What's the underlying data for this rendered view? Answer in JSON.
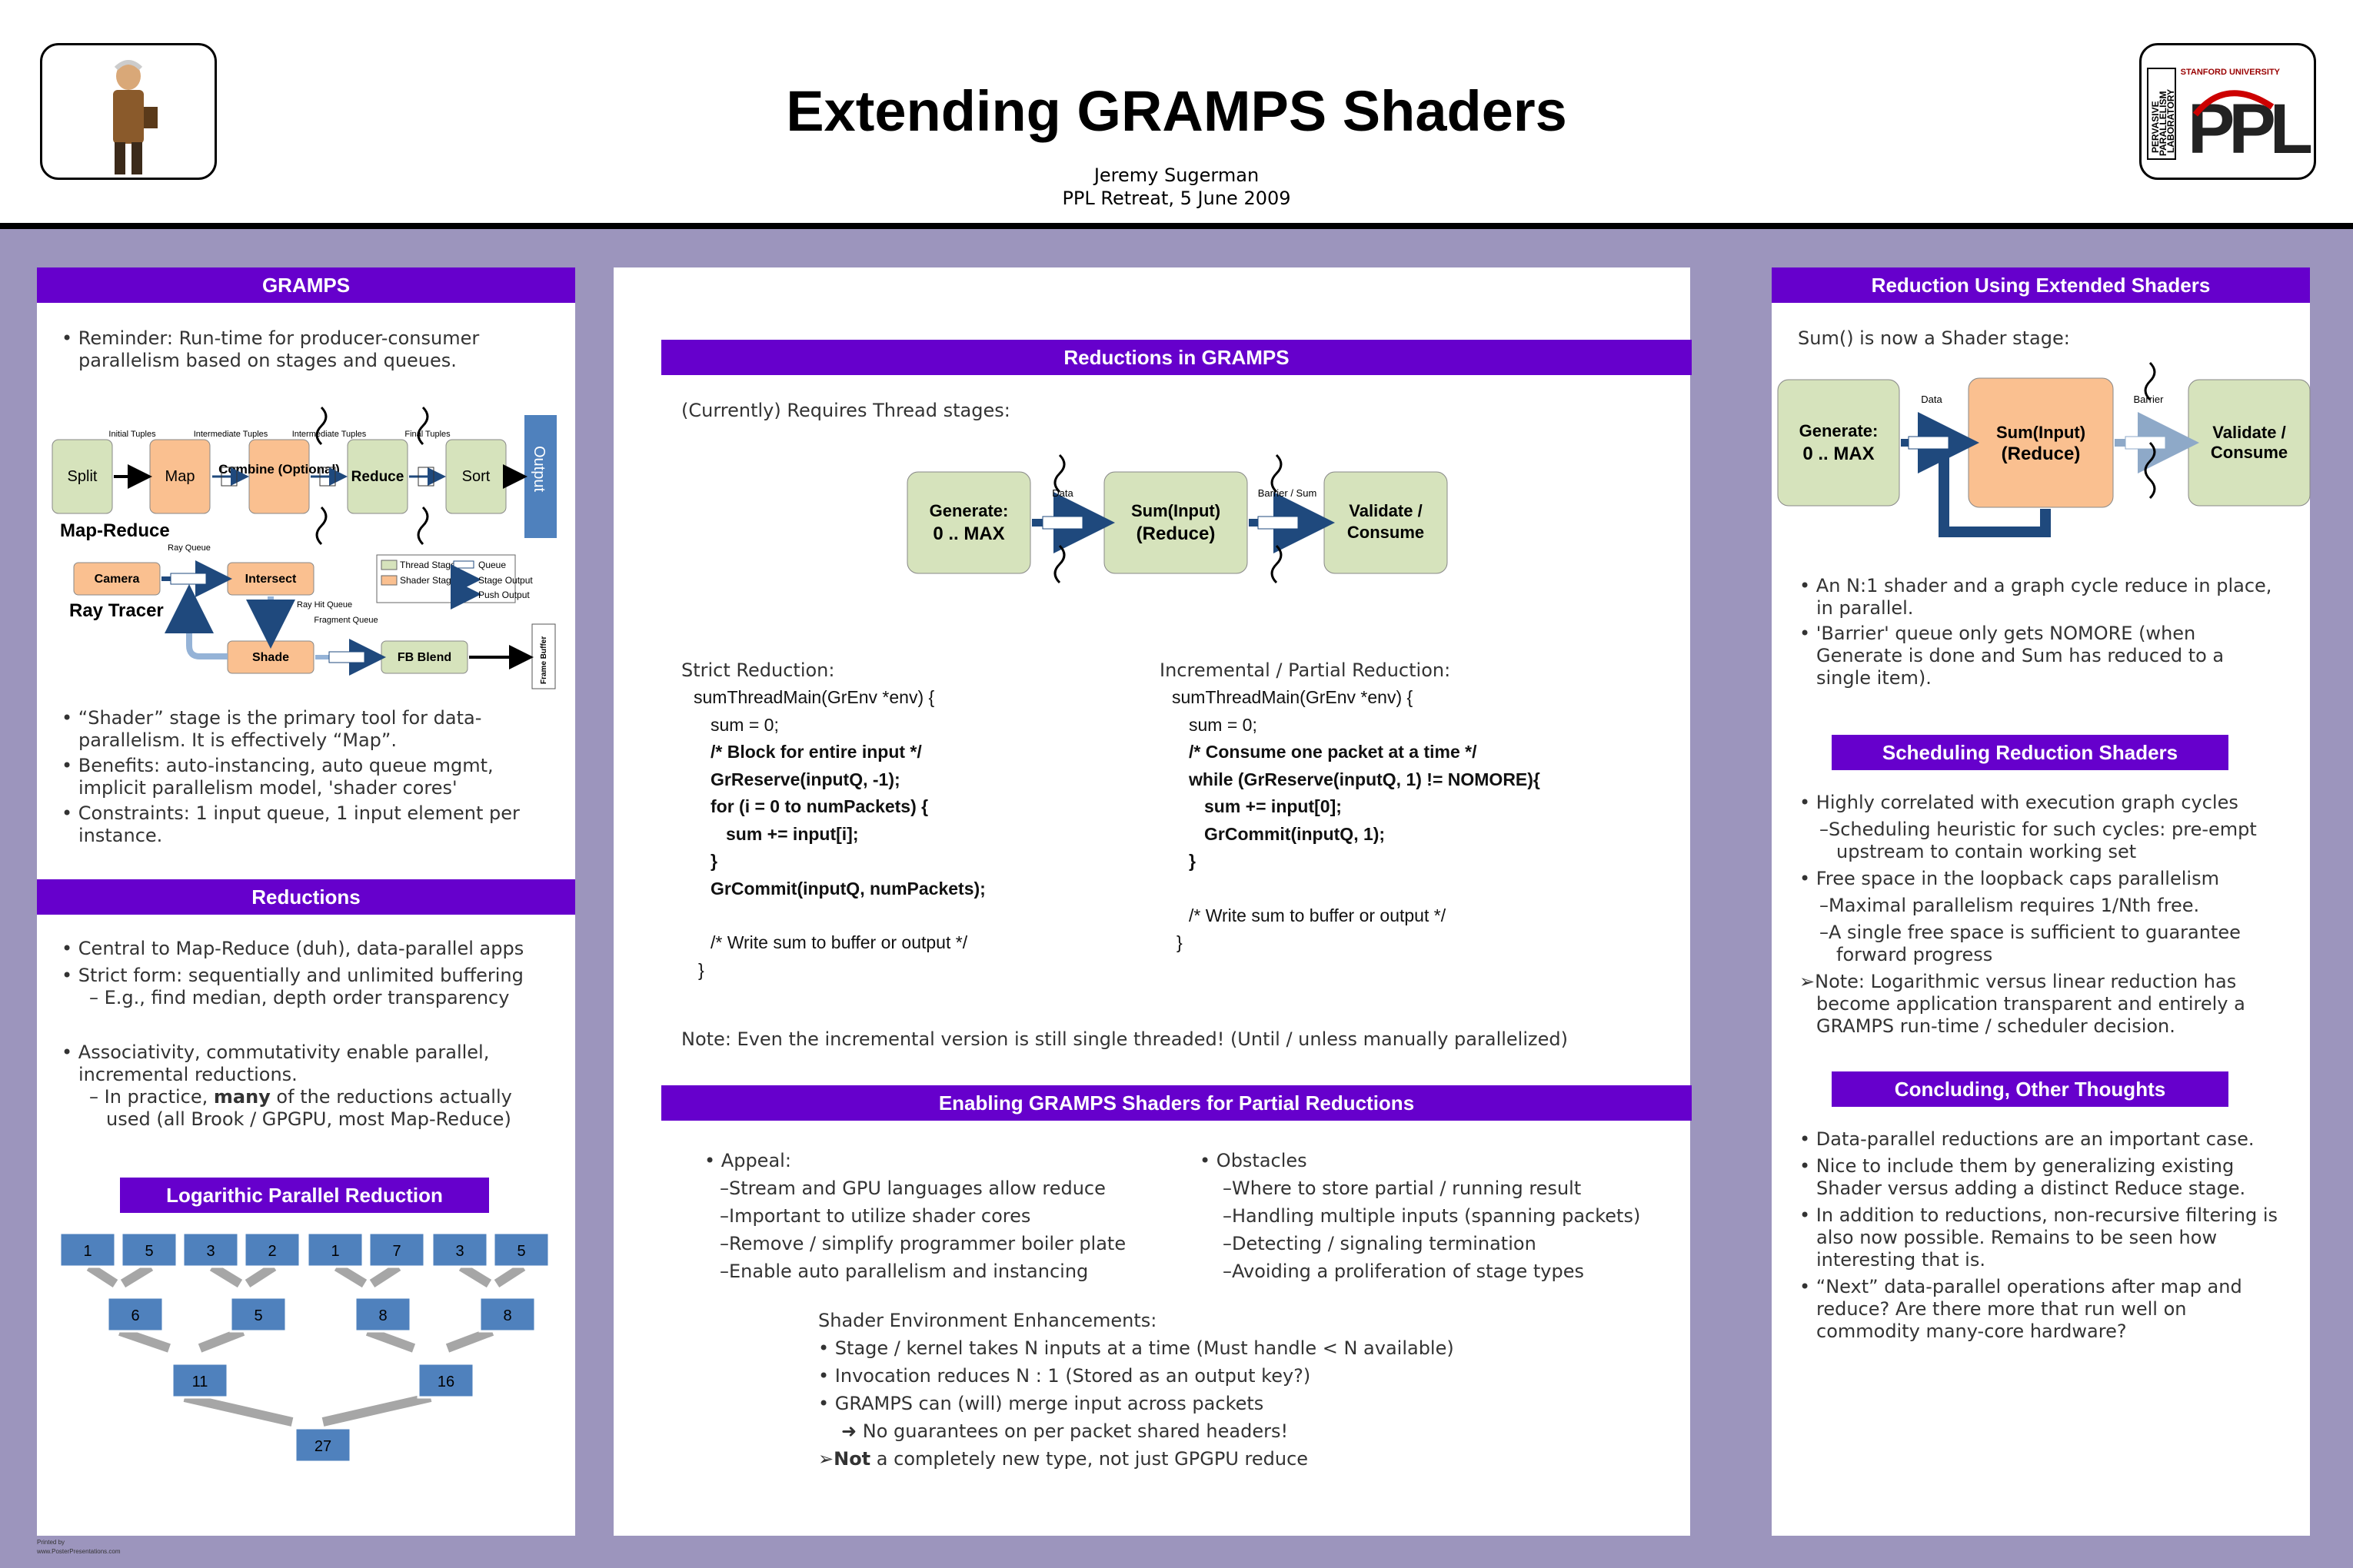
{
  "header": {
    "title": "Extending GRAMPS Shaders",
    "author": "Jeremy Sugerman",
    "event": "PPL Retreat, 5 June 2009"
  },
  "logo_right": {
    "lines": [
      "PERVASIVE",
      "PARALLELISM",
      "LABORATORY"
    ],
    "university": "STANFORD UNIVERSITY",
    "mark": "PPL"
  },
  "left": {
    "gramps": {
      "heading": "GRAMPS",
      "intro": "Reminder: Run-time for producer-consumer parallelism based on stages and queues.",
      "bullets": [
        "“Shader” stage is the primary tool for data-parallelism.  It is effectively “Map”.",
        "Benefits: auto-instancing, auto queue mgmt, implicit parallelism model, 'shader cores'",
        "Constraints: 1 input queue, 1 input element per instance."
      ]
    },
    "mapreduce": {
      "label": "Map-Reduce",
      "stages": [
        "Split",
        "Map",
        "Combine (Optional)",
        "Reduce",
        "Sort"
      ],
      "output": "Output",
      "queues": [
        "Initial Tuples",
        "Intermediate Tuples",
        "Intermediate Tuples",
        "Final Tuples"
      ]
    },
    "raytracer": {
      "label": "Ray Tracer",
      "camera": "Camera",
      "intersect": "Intersect",
      "shade": "Shade",
      "fbblend": "FB Blend",
      "framebuffer": "Frame Buffer",
      "ray_queue": "Ray Queue",
      "ray_hit_queue": "Ray Hit Queue",
      "fragment_queue": "Fragment Queue"
    },
    "legend": {
      "thread": "Thread Stage",
      "shader": "Shader Stage",
      "queue": "Queue",
      "stage_output": "Stage Output",
      "push_output": "Push Output"
    },
    "reductions": {
      "heading": "Reductions",
      "b1": "Central to Map-Reduce (duh), data-parallel apps",
      "b2": "Strict form: sequentially and unlimited buffering",
      "b2sub": "E.g., find median, depth order transparency",
      "b3": "Associativity, commutativity enable parallel, incremental reductions.",
      "b3sub_pre": "In practice, ",
      "b3sub_bold": "many",
      "b3sub_post": " of the reductions actually used (all Brook / GPGPU, most Map-Reduce)"
    },
    "logtree": {
      "heading": "Logarithic Parallel Reduction",
      "level0": [
        "1",
        "5",
        "3",
        "2",
        "1",
        "7",
        "3",
        "5"
      ],
      "level1": [
        "6",
        "5",
        "8",
        "8"
      ],
      "level2": [
        "11",
        "16"
      ],
      "level3": [
        "27"
      ]
    },
    "footer": {
      "tiny1": "Printed by",
      "tiny2": "www.PosterPresentations.com"
    }
  },
  "center": {
    "reductions": {
      "heading": "Reductions in GRAMPS",
      "intro": "(Currently) Requires Thread stages:",
      "generate": [
        "Generate:",
        "0 .. MAX"
      ],
      "sum": [
        "Sum(Input)",
        "(Reduce)"
      ],
      "validate": [
        "Validate /",
        "Consume"
      ],
      "data": "Data",
      "barrier": "Barrier / Sum",
      "strict_title": "Strict Reduction:",
      "strict": [
        "sumThreadMain(GrEnv *env) {",
        "sum = 0;",
        "/* Block for entire input */",
        "GrReserve(inputQ, -1);",
        "for (i = 0 to numPackets) {",
        "sum += input[i];",
        "}",
        "GrCommit(inputQ, numPackets);",
        "",
        "/* Write sum to buffer or output */",
        "}"
      ],
      "incr_title": "Incremental / Partial Reduction:",
      "incr": [
        "sumThreadMain(GrEnv *env) {",
        "sum = 0;",
        "/* Consume one packet at a time */",
        "while (GrReserve(inputQ, 1) != NOMORE){",
        "sum += input[0];",
        "GrCommit(inputQ, 1);",
        "}",
        "",
        "/* Write sum to buffer or output */",
        "}"
      ],
      "note": "Note: Even the incremental version is still single threaded! (Until / unless manually parallelized)"
    },
    "enabling": {
      "heading": "Enabling GRAMPS Shaders for Partial Reductions",
      "appeal": "Appeal:",
      "appeal_items": [
        "Stream and GPU languages allow reduce",
        "Important to utilize shader cores",
        "Remove / simplify programmer boiler plate",
        "Enable auto parallelism and instancing"
      ],
      "obstacles": "Obstacles",
      "obstacle_items": [
        "Where to store partial / running result",
        "Handling multiple inputs (spanning packets)",
        "Detecting / signaling termination",
        "Avoiding a proliferation of stage types"
      ],
      "env_title": "Shader Environment Enhancements:",
      "env_items": [
        "Stage / kernel takes N inputs at a time (Must handle < N available)",
        "Invocation reduces N : 1 (Stored as an output key?)",
        "GRAMPS can (will) merge input across packets"
      ],
      "env_sub": "No guarantees on per packet shared headers!",
      "env_last_bold": "Not",
      "env_last": " a completely new type, not just GPGPU reduce"
    }
  },
  "right": {
    "extended": {
      "heading": "Reduction Using Extended Shaders",
      "intro": "Sum() is now a Shader stage:",
      "generate": [
        "Generate:",
        "0 .. MAX"
      ],
      "sum": [
        "Sum(Input)",
        "(Reduce)"
      ],
      "validate": [
        "Validate /",
        "Consume"
      ],
      "data": "Data",
      "barrier": "Barrier",
      "bullets": [
        "An N:1 shader and a graph cycle reduce in place, in parallel.",
        "'Barrier' queue only gets NOMORE (when Generate is done and Sum has reduced to a single item)."
      ]
    },
    "scheduling": {
      "heading": "Scheduling Reduction Shaders",
      "b1": "Highly correlated with execution graph cycles",
      "b1sub": "Scheduling heuristic for such cycles: pre-empt upstream to contain working set",
      "b2": "Free space in the loopback caps parallelism",
      "b2sub1": "Maximal parallelism requires 1/Nth free.",
      "b2sub2": "A single free space is sufficient to guarantee forward progress",
      "note": "Note: Logarithmic versus linear reduction has become application transparent and entirely a GRAMPS run-time / scheduler decision."
    },
    "concluding": {
      "heading": "Concluding, Other Thoughts",
      "bullets": [
        "Data-parallel reductions are an important case.",
        "Nice to include them by generalizing existing Shader versus adding a distinct Reduce stage.",
        "In addition to reductions, non-recursive filtering is also now possible.  Remains to be seen how interesting that is.",
        "“Next” data-parallel operations after map and reduce?  Are there more that run well on commodity many-core hardware?"
      ]
    }
  },
  "colors": {
    "purple": "#6600cc",
    "bg": "#9c95bd",
    "thread": "#d6e3bc",
    "shader": "#fac090",
    "node": "#4f81bd",
    "arrow": "#1f497d"
  }
}
